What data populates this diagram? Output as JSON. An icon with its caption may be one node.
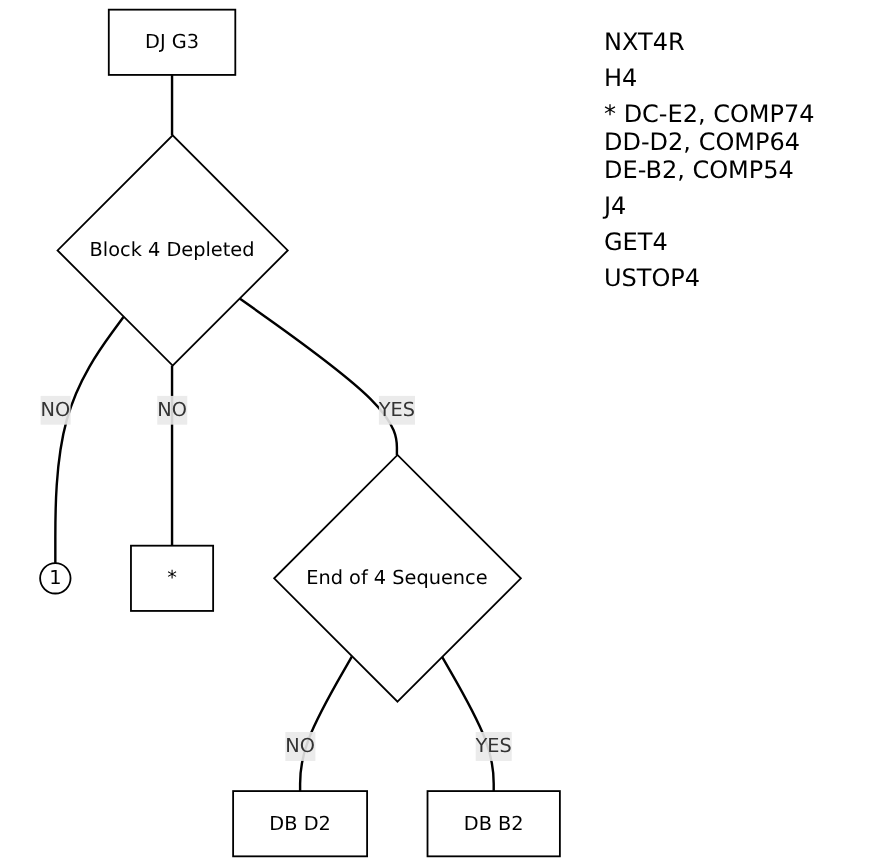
{
  "diagram": {
    "nodes": [
      {
        "text": [
          "DJ G3"
        ]
      },
      {
        "text": [
          "Block 4 Depleted"
        ]
      },
      {
        "text": [
          "1"
        ]
      },
      {
        "text": [
          "*"
        ]
      },
      {
        "text": [
          "End of 4 Sequence"
        ]
      },
      {
        "text": [
          "DB D2"
        ]
      },
      {
        "text": [
          "DB B2"
        ]
      }
    ],
    "edges": [
      {
        "from": 0,
        "to": 1,
        "arrow": "none"
      },
      {
        "from": 1,
        "to": 2,
        "arrow": "none",
        "label": "NO"
      },
      {
        "from": 1,
        "to": 3,
        "arrow": "none",
        "label": "NO"
      },
      {
        "from": 1,
        "to": 4,
        "arrow": "none",
        "label": "YES"
      },
      {
        "from": 4,
        "to": 5,
        "arrow": "none",
        "label": "NO"
      },
      {
        "from": 4,
        "to": 6,
        "arrow": "none",
        "label": "YES"
      }
    ],
    "labels": [
      "NXT4R",
      "H4",
      "* DC-E2, COMP74 DD-D2, COMP64 DE-B2, COMP54",
      "J4",
      "GET4",
      "USTOP4"
    ]
  }
}
